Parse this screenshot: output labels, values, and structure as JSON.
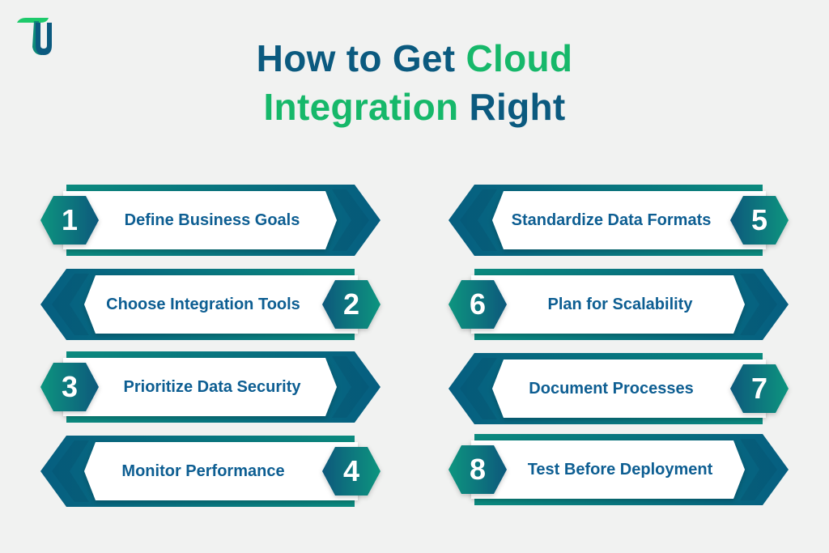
{
  "header": {
    "logo": "tu-logo",
    "title_line1_dark": "How to Get ",
    "title_line1_green": "Cloud",
    "title_line2_green": "Integration ",
    "title_line2_dark": "Right"
  },
  "colors": {
    "background": "#f1f2f1",
    "title_dark": "#0b5a7f",
    "title_green": "#16b86a",
    "banner_teal": "#0a8a7e",
    "banner_blue": "#065e80",
    "label_text": "#0d5e92",
    "card": "#ffffff"
  },
  "steps": [
    {
      "number": "1",
      "label": "Define Business Goals",
      "direction": "right"
    },
    {
      "number": "2",
      "label": "Choose Integration Tools",
      "direction": "left"
    },
    {
      "number": "3",
      "label": "Prioritize Data Security",
      "direction": "right"
    },
    {
      "number": "4",
      "label": "Monitor Performance",
      "direction": "left"
    },
    {
      "number": "5",
      "label": "Standardize Data Formats",
      "direction": "left"
    },
    {
      "number": "6",
      "label": "Plan for Scalability",
      "direction": "right"
    },
    {
      "number": "7",
      "label": "Document Processes",
      "direction": "left"
    },
    {
      "number": "8",
      "label": "Test Before Deployment",
      "direction": "right"
    }
  ]
}
